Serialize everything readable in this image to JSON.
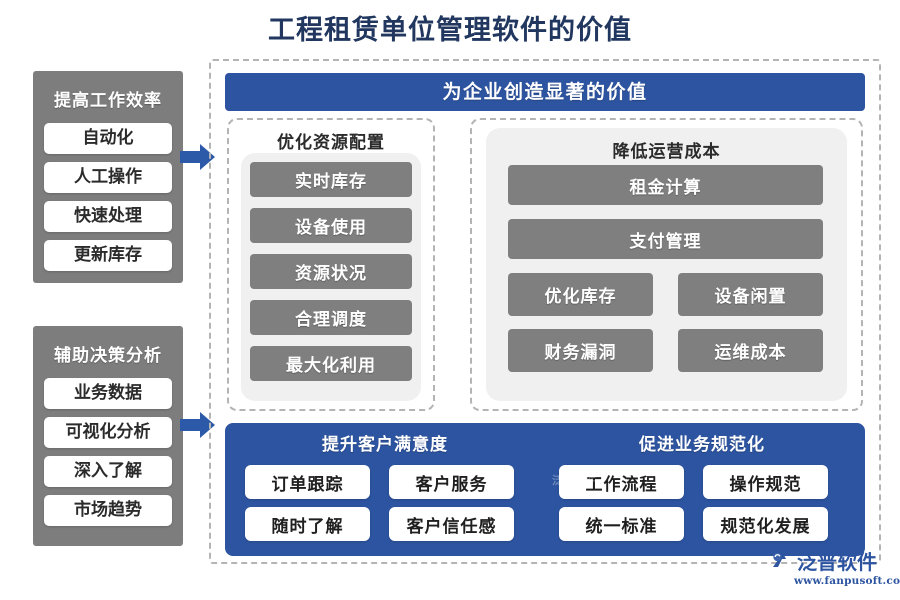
{
  "title": "工程租赁单位管理软件的价值",
  "banner": {
    "label": "为企业创造显著的价值"
  },
  "sidebar": {
    "groups": [
      {
        "header": "提高工作效率",
        "items": [
          "自动化",
          "人工操作",
          "快速处理",
          "更新库存"
        ]
      },
      {
        "header": "辅助决策分析",
        "items": [
          "业务数据",
          "可视化分析",
          "深入了解",
          "市场趋势"
        ]
      }
    ]
  },
  "arrows": [
    {
      "name": "arrow-to-top-section",
      "color": "#2c5aa8"
    },
    {
      "name": "arrow-to-bottom-section",
      "color": "#2c5aa8"
    }
  ],
  "middle": {
    "left_column": {
      "title": "优化资源配置",
      "items": [
        "实时库存",
        "设备使用",
        "资源状况",
        "合理调度",
        "最大化利用"
      ]
    },
    "right_column": {
      "title": "降低运营成本",
      "wide_items": [
        "租金计算",
        "支付管理"
      ],
      "grid_items": [
        "优化库存",
        "设备闲置",
        "财务漏洞",
        "运维成本"
      ]
    }
  },
  "bottom": {
    "left_group": {
      "title": "提升客户满意度",
      "items": [
        "订单跟踪",
        "客户服务",
        "随时了解",
        "客户信任感"
      ]
    },
    "right_group": {
      "title": "促进业务规范化",
      "items": [
        "工作流程",
        "操作规范",
        "统一标准",
        "规范化发展"
      ]
    }
  },
  "watermark": {
    "text": "泛普软件"
  },
  "brand": {
    "name": "泛普软件",
    "url": "www.fanpusoft.com",
    "color": "#2d54a0"
  },
  "colors": {
    "title_blue": "#21375f",
    "accent_blue": "#2d54a0",
    "arrow_blue": "#2c5aa8",
    "gray_box": "#807f7f",
    "sidebar_gray": "#7d7d7d",
    "panel_gray": "#f0f0f0",
    "dashed_border": "#b4b4b4"
  }
}
